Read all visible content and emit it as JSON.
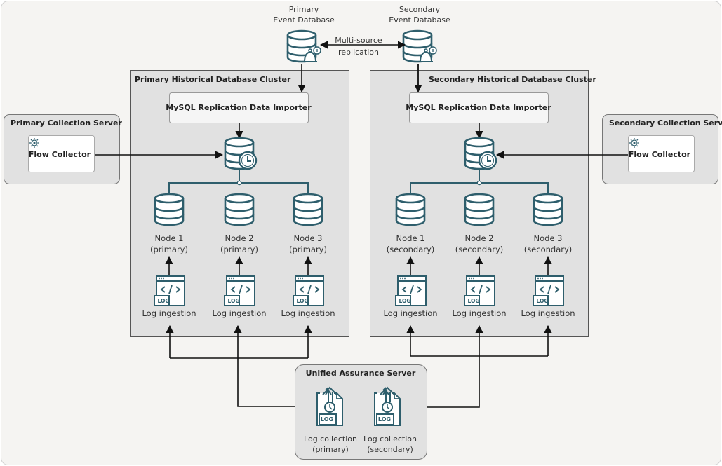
{
  "colors": {
    "icon": "#2e5e6c",
    "background": "#f5f4f2",
    "cluster_fill": "#e1e1e1",
    "line": "#111111"
  },
  "event_dbs": {
    "primary": {
      "line1": "Primary",
      "line2": "Event Database",
      "icon": "database-bell-icon"
    },
    "secondary": {
      "line1": "Secondary",
      "line2": "Event Database",
      "icon": "database-bell-icon"
    },
    "replication": {
      "line1": "Multi-source",
      "line2": "replication"
    }
  },
  "primary_cluster": {
    "title": "Primary Historical Database Cluster",
    "importer": "MySQL Replication Data Importer",
    "nodes": [
      {
        "name": "Node 1",
        "role": "(primary)",
        "ingestion": "Log ingestion"
      },
      {
        "name": "Node 2",
        "role": "(primary)",
        "ingestion": "Log ingestion"
      },
      {
        "name": "Node 3",
        "role": "(primary)",
        "ingestion": "Log ingestion"
      }
    ]
  },
  "secondary_cluster": {
    "title": "Secondary Historical Database Cluster",
    "importer": "MySQL Replication Data Importer",
    "nodes": [
      {
        "name": "Node 1",
        "role": "(secondary)",
        "ingestion": "Log ingestion"
      },
      {
        "name": "Node 2",
        "role": "(secondary)",
        "ingestion": "Log ingestion"
      },
      {
        "name": "Node 3",
        "role": "(secondary)",
        "ingestion": "Log ingestion"
      }
    ]
  },
  "primary_collection": {
    "title": "Primary Collection Server",
    "collector": "Flow Collector"
  },
  "secondary_collection": {
    "title": "Secondary Collection Server",
    "collector": "Flow Collector"
  },
  "unified": {
    "title": "Unified Assurance Server",
    "items": [
      {
        "line1": "Log collection",
        "line2": "(primary)"
      },
      {
        "line1": "Log collection",
        "line2": "(secondary)"
      }
    ]
  },
  "icon_labels": {
    "log": "LOG",
    "code": "</>"
  }
}
